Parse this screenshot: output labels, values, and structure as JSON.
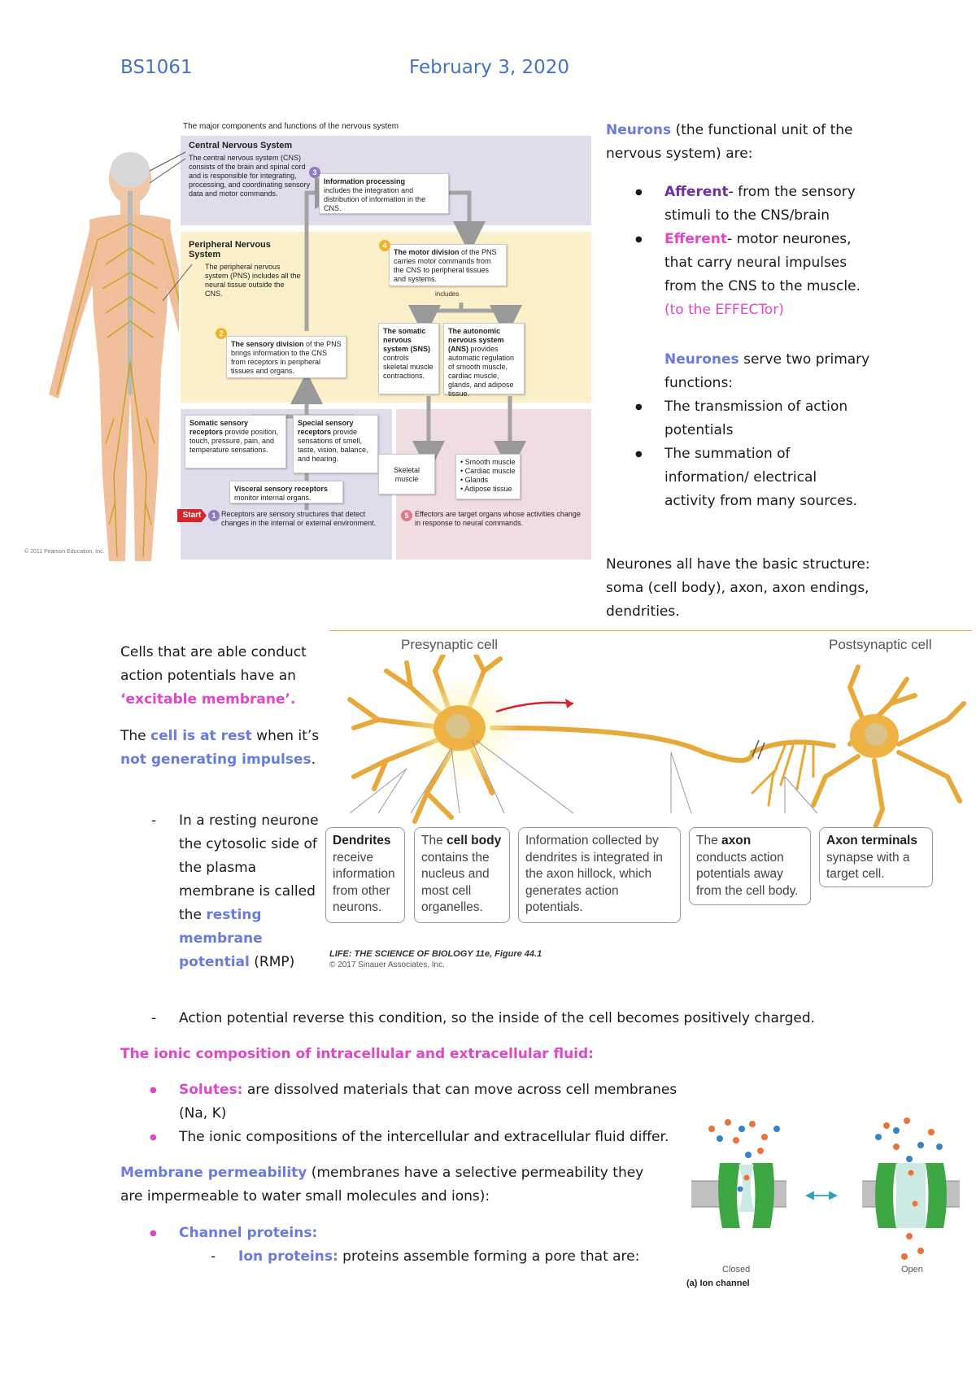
{
  "header": {
    "course": "BS1061",
    "date": "February 3, 2020"
  },
  "figure1": {
    "title": "The major components and functions of the nervous system",
    "cns_heading": "Central Nervous System",
    "cns_text": "The central nervous system (CNS) consists of the brain and spinal cord and is responsible for integrating, processing, and coordinating sensory data and motor commands.",
    "info_processing_title": "Information processing",
    "info_processing_text": "includes the integration and distribution of information in the CNS.",
    "pns_heading": "Peripheral Nervous System",
    "pns_text": "The peripheral nervous system (PNS) includes all the neural tissue outside the CNS.",
    "motor_title": "The motor division",
    "motor_text": "of the PNS carries motor commands from the CNS to peripheral tissues and systems.",
    "includes": "includes",
    "somatic_title": "The somatic nervous system (SNS)",
    "somatic_text": "controls skeletal muscle contractions.",
    "autonomic_title": "The autonomic nervous system (ANS)",
    "autonomic_text": "provides automatic regulation of smooth muscle, cardiac muscle, glands, and adipose tissue.",
    "sensory_title": "The sensory division",
    "sensory_text": "of the PNS brings information to the CNS from receptors in peripheral tissues and organs.",
    "somatic_receptors_title": "Somatic sensory receptors",
    "somatic_receptors_text": "provide position, touch, pressure, pain, and temperature sensations.",
    "special_receptors_title": "Special sensory receptors",
    "special_receptors_text": "provide sensations of smell, taste, vision, balance, and hearing.",
    "visceral_title": "Visceral sensory receptors",
    "visceral_text": "monitor internal organs.",
    "skeletal_muscle": "Skeletal muscle",
    "effector_list": [
      "• Smooth muscle",
      "• Cardiac muscle",
      "• Glands",
      "• Adipose tissue"
    ],
    "start": "Start",
    "receptors_text": "Receptors are sensory structures that detect changes in the internal or external environment.",
    "effectors_text": "Effectors are target organs whose activities change in response to neural commands.",
    "numbers": [
      "1",
      "2",
      "3",
      "4",
      "5"
    ],
    "copyright": "© 2011 Pearson Education, Inc."
  },
  "right_column": {
    "intro_bold": "Neurons",
    "intro_rest": " (the functional unit of the nervous system) are:",
    "afferent_label": "Afferent",
    "afferent_text": "- from the sensory stimuli to the CNS/brain",
    "efferent_label": "Efferent",
    "efferent_text": "- motor neurones, that carry neural impulses from the CNS to the muscle. ",
    "efferent_note": "(to the EFFECTor)",
    "serve_bold": "Neurones",
    "serve_rest": " serve two primary functions:",
    "function1": "The transmission of action potentials",
    "function2": "The summation of information/ electrical activity from many sources.",
    "structure": "Neurones all have the basic structure: soma (cell body), axon, axon endings, dendrities."
  },
  "left_column": {
    "cells_text": "Cells that are able conduct action potentials have an ",
    "excitable": "‘excitable membrane’.",
    "rest_pre": "The ",
    "rest_blue": "cell is at rest",
    "rest_mid": " when it’s ",
    "rest_blue2": "not generating impulses",
    "rest_end": ".",
    "resting_pre": "In a resting neurone the cytosolic side of the plasma membrane is called the ",
    "resting_blue": "resting membrane potential",
    "resting_end": " (RMP)"
  },
  "figure2": {
    "presynaptic": "Presynaptic cell",
    "postsynaptic": "Postsynaptic cell",
    "box1_bold": "Dendrites",
    "box1_text": " receive information from other neurons.",
    "box2_pre": "The ",
    "box2_bold": "cell body",
    "box2_text": " contains the nucleus and most cell organelles.",
    "box3_text": "Information collected by dendrites is integrated in the axon hillock, which generates action potentials.",
    "box4_pre": "The ",
    "box4_bold": "axon",
    "box4_text": " conducts action potentials away from the cell body.",
    "box5_bold": "Axon terminals",
    "box5_text": " synapse with a target cell.",
    "credit1": "LIFE: THE SCIENCE OF BIOLOGY 11e, Figure 44.1",
    "credit2": "© 2017 Sinauer Associates, Inc."
  },
  "body": {
    "action_potential": "Action potential reverse this condition, so the inside of the cell becomes positively charged.",
    "ionic_heading": "The ionic composition of intracellular and extracellular fluid:",
    "solutes_label": "Solutes:",
    "solutes_text": " are dissolved materials that can move across cell membranes (Na, K)",
    "ionic_diff": "The ionic compositions of the intercellular and extracellular fluid differ.",
    "perm_label": "Membrane permeability",
    "perm_text": " (membranes have a selective permeability they are impermeable to water small molecules and ions):",
    "channel_label": "Channel proteins:",
    "ion_label": "Ion proteins:",
    "ion_text": " proteins assemble forming a pore that are:"
  },
  "figure3": {
    "closed": "Closed",
    "open": "Open",
    "caption": "(a) Ion channel"
  }
}
